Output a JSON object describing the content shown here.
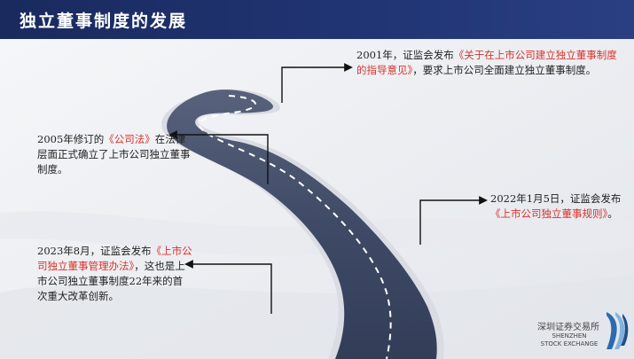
{
  "header": {
    "title": "独立董事制度的发展"
  },
  "notes": {
    "n2001": {
      "pre": "2001年，证监会发布",
      "red": "《关于在上市公司建立独立董事制度的指导意见》",
      "post": "，要求上市公司全面建立独立董事制度。"
    },
    "n2005": {
      "pre": "2005年修订的",
      "red": "《公司法》",
      "post": "在法律层面正式确立了上市公司独立董事制度。"
    },
    "n2022": {
      "pre": "2022年1月5日，证监会发布",
      "red": "《上市公司独立董事规则》",
      "post": "。"
    },
    "n2023": {
      "pre": "2023年8月，证监会发布",
      "red": "《上市公司独立董事管理办法》",
      "post": "，这也是上市公司独立董事制度22年来的首次重大改革创新。"
    }
  },
  "logo": {
    "cn": "深圳证券交易所",
    "en_line1": "SHENZHEN",
    "en_line2": "STOCK EXCHANGE"
  },
  "colors": {
    "header": "#1f3170",
    "road": "#3b4763",
    "highlight": "#d8332a"
  }
}
